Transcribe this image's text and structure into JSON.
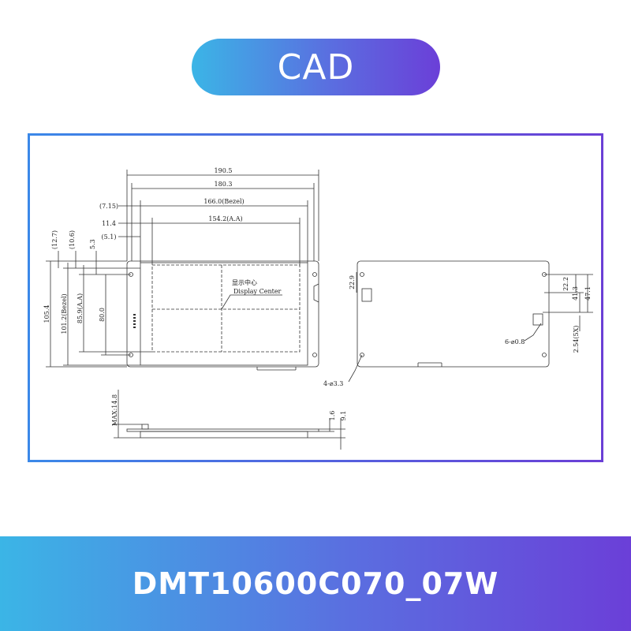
{
  "header": {
    "title": "CAD"
  },
  "footer": {
    "model": "DMT10600C070_07W"
  },
  "front_view": {
    "dims_horizontal": [
      "190.5",
      "180.3",
      "(7.15)",
      "166.0(Bezel)",
      "11.4",
      "154.2(A.A)",
      "(5.1)"
    ],
    "dims_vertical": [
      "(12.7)",
      "(10.6)",
      "5.3",
      "105.4",
      "101.2(Bezel)",
      "85.9(A.A)",
      "80.0"
    ],
    "center_label_cn": "显示中心",
    "center_label_en": "Display Center"
  },
  "back_view": {
    "dims": [
      "22.9",
      "22.2",
      "41.3",
      "47.1",
      "2.54(5X)"
    ],
    "hole_label": "6-⌀0.8",
    "mount_label": "4-⌀3.3"
  },
  "side_view": {
    "dims": [
      "MAX:14.8",
      "1.6",
      "9.1"
    ]
  }
}
